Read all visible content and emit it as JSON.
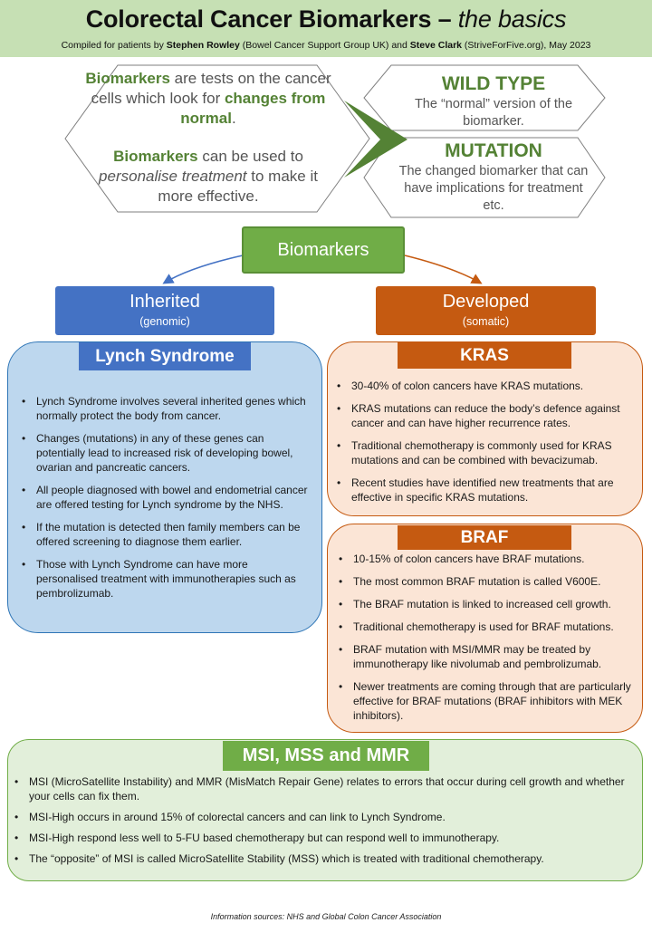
{
  "header": {
    "title_main": "Colorectal Cancer Biomarkers – ",
    "title_sub": "the basics",
    "credit_prefix": "Compiled for patients by ",
    "author1": "Stephen Rowley",
    "author1_org": " (Bowel Cancer Support Group UK) and ",
    "author2": "Steve Clark",
    "author2_org": " (StriveForFive.org), May 2023"
  },
  "intro": {
    "p1_bold1": "Biomarkers",
    "p1_text1": " are tests on the cancer cells which look for ",
    "p1_bold2": "changes from normal",
    "p1_text2": ".",
    "p2_bold": "Biomarkers",
    "p2_text1": " can be used to ",
    "p2_italic": "personalise treatment",
    "p2_text2": " to make it more effective."
  },
  "wild_type": {
    "heading": "WILD TYPE",
    "text": "The “normal” version of the biomarker."
  },
  "mutation": {
    "heading": "MUTATION",
    "text": "The changed biomarker that can have implications for treatment etc."
  },
  "tree": {
    "root": "Biomarkers",
    "inherited": {
      "title": "Inherited",
      "sub": "(genomic)"
    },
    "developed": {
      "title": "Developed",
      "sub": "(somatic)"
    }
  },
  "lynch": {
    "title": "Lynch Syndrome",
    "items": [
      "Lynch Syndrome involves several inherited genes which normally protect the body from cancer.",
      "Changes (mutations) in any of these genes can potentially lead to increased risk of developing bowel, ovarian and pancreatic cancers.",
      "All people diagnosed with bowel and endometrial cancer are offered testing for Lynch syndrome by the NHS.",
      "If the mutation is detected then family members can be offered screening to diagnose them earlier.",
      "Those with Lynch Syndrome can have more personalised treatment with immunotherapies such as pembrolizumab."
    ]
  },
  "kras": {
    "title": "KRAS",
    "items": [
      "30-40% of colon cancers have KRAS mutations.",
      "KRAS mutations can reduce the body’s defence against cancer and can have higher recurrence rates.",
      "Traditional chemotherapy is commonly used for KRAS mutations and can be combined with bevacizumab.",
      "Recent studies have identified new treatments that are effective in specific KRAS mutations."
    ]
  },
  "braf": {
    "title": "BRAF",
    "items": [
      "10-15% of colon cancers have BRAF mutations.",
      "The most common BRAF mutation is called V600E.",
      "The BRAF mutation is linked to increased cell growth.",
      "Traditional chemotherapy is used for BRAF mutations.",
      "BRAF mutation with MSI/MMR may be treated by immunotherapy like nivolumab and pembrolizumab.",
      "Newer treatments are coming through that are particularly effective for BRAF mutations (BRAF inhibitors with MEK inhibitors)."
    ]
  },
  "msi": {
    "title": "MSI, MSS and MMR",
    "items": [
      "MSI (MicroSatellite Instability) and MMR (MisMatch Repair Gene) relates to errors that occur during cell growth and whether your cells can fix them.",
      "MSI-High occurs in around 15% of colorectal cancers and can link to Lynch Syndrome.",
      "MSI-High respond less well to 5-FU based chemotherapy but can respond well to immunotherapy.",
      "The “opposite” of MSI is called MicroSatellite Stability (MSS) which is treated with traditional chemotherapy."
    ]
  },
  "footer": "Information sources: NHS  and Global Colon Cancer Association",
  "colors": {
    "header_bg": "#c6e0b4",
    "green": "#70ad47",
    "green_text": "#548235",
    "blue": "#4472c4",
    "light_blue": "#bdd7ee",
    "orange": "#c55a11",
    "light_orange": "#fbe5d6",
    "light_green": "#e2efda"
  }
}
